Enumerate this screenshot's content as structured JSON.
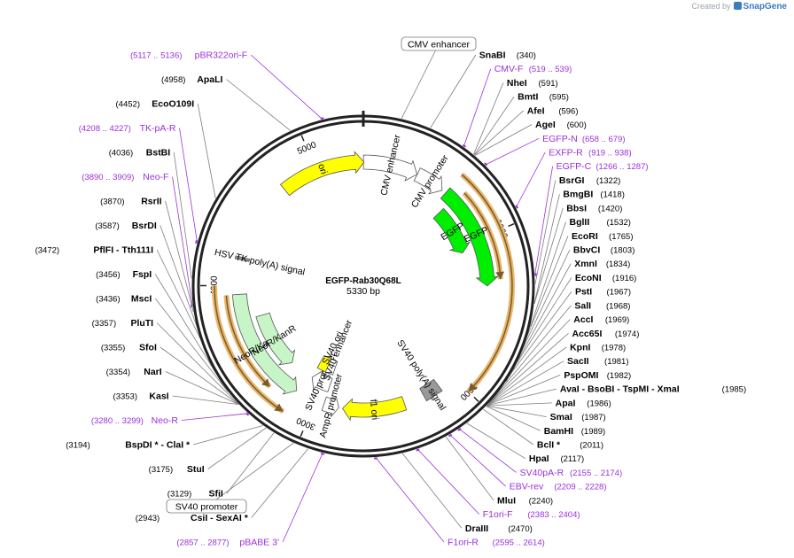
{
  "credit": {
    "prefix": "Created by",
    "brand": "SnapGene"
  },
  "plasmid": {
    "name": "EGFP-Rab30Q68L",
    "length_label": "5330 bp",
    "length": 5330
  },
  "ticks": [
    {
      "label": "1000",
      "bp": 1000
    },
    {
      "label": "2000",
      "bp": 2000
    },
    {
      "label": "3000",
      "bp": 3000
    },
    {
      "label": "4000",
      "bp": 4000
    },
    {
      "label": "5000",
      "bp": 5000
    }
  ],
  "features": [
    {
      "label": "CMV enhancer",
      "start": 1,
      "end": 380,
      "color": "#ffffff",
      "track": 0,
      "dir": 1,
      "kind": "arrow"
    },
    {
      "label": "CMV promoter",
      "start": 381,
      "end": 584,
      "color": "#ffffff",
      "track": 0,
      "dir": 1,
      "kind": "arrow"
    },
    {
      "label": "EGFP",
      "start": 613,
      "end": 1332,
      "color": "#00ee00",
      "track": 0,
      "dir": 1,
      "kind": "arrow"
    },
    {
      "label": "EGFP",
      "start": 680,
      "end": 1060,
      "color": "#00ee00",
      "track": 1,
      "dir": 1,
      "kind": "arrow"
    },
    {
      "label": "SV40 poly(A) signal",
      "start": 2117,
      "end": 2238,
      "color": "#999999",
      "track": 0,
      "dir": 0,
      "kind": "box"
    },
    {
      "label": "f1 ori",
      "start": 2380,
      "end": 2808,
      "color": "#ffff00",
      "track": 0,
      "dir": 1,
      "kind": "arrow"
    },
    {
      "label": "AmpR promoter",
      "start": 2834,
      "end": 2938,
      "color": "#ffffff",
      "track": 0,
      "dir": -1,
      "kind": "arrow"
    },
    {
      "label": "SV40 promoter",
      "start": 2940,
      "end": 3099,
      "color": "#ffffff",
      "track": 1,
      "dir": 1,
      "kind": "arrow"
    },
    {
      "label": "SV40 ori",
      "start": 3000,
      "end": 3100,
      "color": "#ffff00",
      "track": 2,
      "dir": 0,
      "kind": "box"
    },
    {
      "label": "SV40 enhancer",
      "start": 2946,
      "end": 3017,
      "color": "#ffffff",
      "track": 2,
      "dir": 0,
      "kind": "box"
    },
    {
      "label": "NeoR/KanR",
      "start": 3147,
      "end": 3941,
      "color": "#c8f5c8",
      "track": 0,
      "dir": -1,
      "kind": "arrow"
    },
    {
      "label": "NeoR/KanR",
      "start": 3300,
      "end": 3760,
      "color": "#c8f5c8",
      "track": 1,
      "dir": -1,
      "kind": "arrow"
    },
    {
      "label": "HSV TK poly(A) signal",
      "start": 4177,
      "end": 4195,
      "color": "#999999",
      "track": 0,
      "dir": 0,
      "kind": "box"
    },
    {
      "label": "ori",
      "start": 4750,
      "end": 5335,
      "color": "#ffff00",
      "track": 0,
      "dir": 1,
      "kind": "arrow"
    }
  ],
  "orfs": [
    {
      "start": 613,
      "end": 2000,
      "dir": 1,
      "track": "outer"
    },
    {
      "start": 700,
      "end": 1290,
      "dir": 1,
      "track": "inner"
    },
    {
      "start": 3147,
      "end": 4000,
      "dir": -1,
      "track": "outer"
    },
    {
      "start": 3300,
      "end": 3940,
      "dir": -1,
      "track": "inner"
    }
  ],
  "enzymes": [
    {
      "name": "SnaBI",
      "pos": "(340)",
      "bp": 340
    },
    {
      "name": "NheI",
      "pos": "(591)",
      "bp": 591
    },
    {
      "name": "BmtI",
      "pos": "(595)",
      "bp": 595
    },
    {
      "name": "AfeI",
      "pos": "(596)",
      "bp": 596
    },
    {
      "name": "AgeI",
      "pos": "(600)",
      "bp": 600
    },
    {
      "name": "BsrGI",
      "pos": "(1322)",
      "bp": 1322
    },
    {
      "name": "BmgBI",
      "pos": "(1418)",
      "bp": 1418
    },
    {
      "name": "BbsI",
      "pos": "(1420)",
      "bp": 1420
    },
    {
      "name": "BglII",
      "pos": "(1532)",
      "bp": 1532
    },
    {
      "name": "EcoRI",
      "pos": "(1765)",
      "bp": 1765
    },
    {
      "name": "BbvCI",
      "pos": "(1803)",
      "bp": 1803
    },
    {
      "name": "XmnI",
      "pos": "(1834)",
      "bp": 1834
    },
    {
      "name": "EcoNI",
      "pos": "(1916)",
      "bp": 1916
    },
    {
      "name": "PstI",
      "pos": "(1967)",
      "bp": 1967
    },
    {
      "name": "SalI",
      "pos": "(1968)",
      "bp": 1968
    },
    {
      "name": "AccI",
      "pos": "(1969)",
      "bp": 1969
    },
    {
      "name": "Acc65I",
      "pos": "(1974)",
      "bp": 1974
    },
    {
      "name": "KpnI",
      "pos": "(1978)",
      "bp": 1978
    },
    {
      "name": "SacII",
      "pos": "(1981)",
      "bp": 1981
    },
    {
      "name": "PspOMI",
      "pos": "(1982)",
      "bp": 1982
    },
    {
      "name": "AvaI - BsoBI - TspMI - XmaI",
      "pos": "(1985)",
      "bp": 1985
    },
    {
      "name": "ApaI",
      "pos": "(1986)",
      "bp": 1986
    },
    {
      "name": "SmaI",
      "pos": "(1987)",
      "bp": 1987
    },
    {
      "name": "BamHI",
      "pos": "(1989)",
      "bp": 1989
    },
    {
      "name": "BclI *",
      "pos": "(2011)",
      "bp": 2011
    },
    {
      "name": "HpaI",
      "pos": "(2117)",
      "bp": 2117
    },
    {
      "name": "MluI",
      "pos": "(2240)",
      "bp": 2240
    },
    {
      "name": "DraIII",
      "pos": "(2470)",
      "bp": 2470
    },
    {
      "name": "CsiI - SexAI *",
      "pos": "(2943)",
      "bp": 2943
    },
    {
      "name": "SfiI",
      "pos": "(3129)",
      "bp": 3129
    },
    {
      "name": "StuI",
      "pos": "(3175)",
      "bp": 3175
    },
    {
      "name": "BspDI * - ClaI *",
      "pos": "(3194)",
      "bp": 3194
    },
    {
      "name": "KasI",
      "pos": "(3353)",
      "bp": 3353
    },
    {
      "name": "NarI",
      "pos": "(3354)",
      "bp": 3354
    },
    {
      "name": "SfoI",
      "pos": "(3355)",
      "bp": 3355
    },
    {
      "name": "PluTI",
      "pos": "(3357)",
      "bp": 3357
    },
    {
      "name": "MscI",
      "pos": "(3436)",
      "bp": 3436
    },
    {
      "name": "FspI",
      "pos": "(3456)",
      "bp": 3456
    },
    {
      "name": "PflFI - Tth111I",
      "pos": "(3472)",
      "bp": 3472
    },
    {
      "name": "BsrDI",
      "pos": "(3587)",
      "bp": 3587
    },
    {
      "name": "RsrII",
      "pos": "(3870)",
      "bp": 3870
    },
    {
      "name": "BstBI",
      "pos": "(4036)",
      "bp": 4036
    },
    {
      "name": "EcoO109I",
      "pos": "(4452)",
      "bp": 4452
    },
    {
      "name": "ApaLI",
      "pos": "(4958)",
      "bp": 4958
    }
  ],
  "primers": [
    {
      "name": "pBR322ori-F",
      "pos": "(5117 .. 5136)",
      "bp": 5126
    },
    {
      "name": "CMV-F",
      "pos": "(519 .. 539)",
      "bp": 529
    },
    {
      "name": "EGFP-N",
      "pos": "(658 .. 679)",
      "bp": 668
    },
    {
      "name": "EXFP-R",
      "pos": "(919 .. 938)",
      "bp": 928
    },
    {
      "name": "EGFP-C",
      "pos": "(1266 .. 1287)",
      "bp": 1276
    },
    {
      "name": "SV40pA-R",
      "pos": "(2155 .. 2174)",
      "bp": 2164
    },
    {
      "name": "EBV-rev",
      "pos": "(2209 .. 2228)",
      "bp": 2218
    },
    {
      "name": "F1ori-F",
      "pos": "(2383 .. 2404)",
      "bp": 2393
    },
    {
      "name": "F1ori-R",
      "pos": "(2595 .. 2614)",
      "bp": 2604
    },
    {
      "name": "pBABE 3'",
      "pos": "(2857 .. 2877)",
      "bp": 2867
    },
    {
      "name": "Neo-R",
      "pos": "(3280 .. 3299)",
      "bp": 3289
    },
    {
      "name": "Neo-F",
      "pos": "(3890 .. 3909)",
      "bp": 3899
    },
    {
      "name": "TK-pA-R",
      "pos": "(4208 .. 4227)",
      "bp": 4217
    }
  ],
  "outside_features": [
    {
      "label": "CMV enhancer",
      "bp": 190
    },
    {
      "label": "SV40 promoter",
      "bp": 3020
    }
  ]
}
